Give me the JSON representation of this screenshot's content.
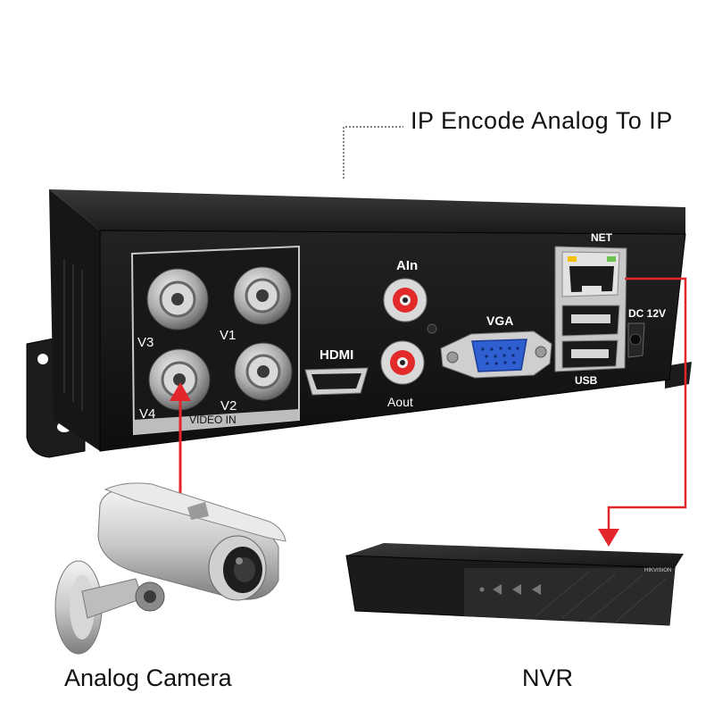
{
  "title": "IP Encode Analog To IP",
  "panel": {
    "video_in": "VIDEO IN",
    "v1": "V1",
    "v2": "V2",
    "v3": "V3",
    "v4": "V4",
    "hdmi": "HDMI",
    "ain": "AIn",
    "aout": "Aout",
    "vga": "VGA",
    "net": "NET",
    "dc": "DC 12V",
    "usb": "USB"
  },
  "nvr_brand": "HIKVISION",
  "captions": {
    "camera": "Analog Camera",
    "nvr": "NVR"
  },
  "colors": {
    "arrow": "#e3262b",
    "device_body": "#1b1b1b",
    "vga_blue": "#2f5fd0"
  }
}
